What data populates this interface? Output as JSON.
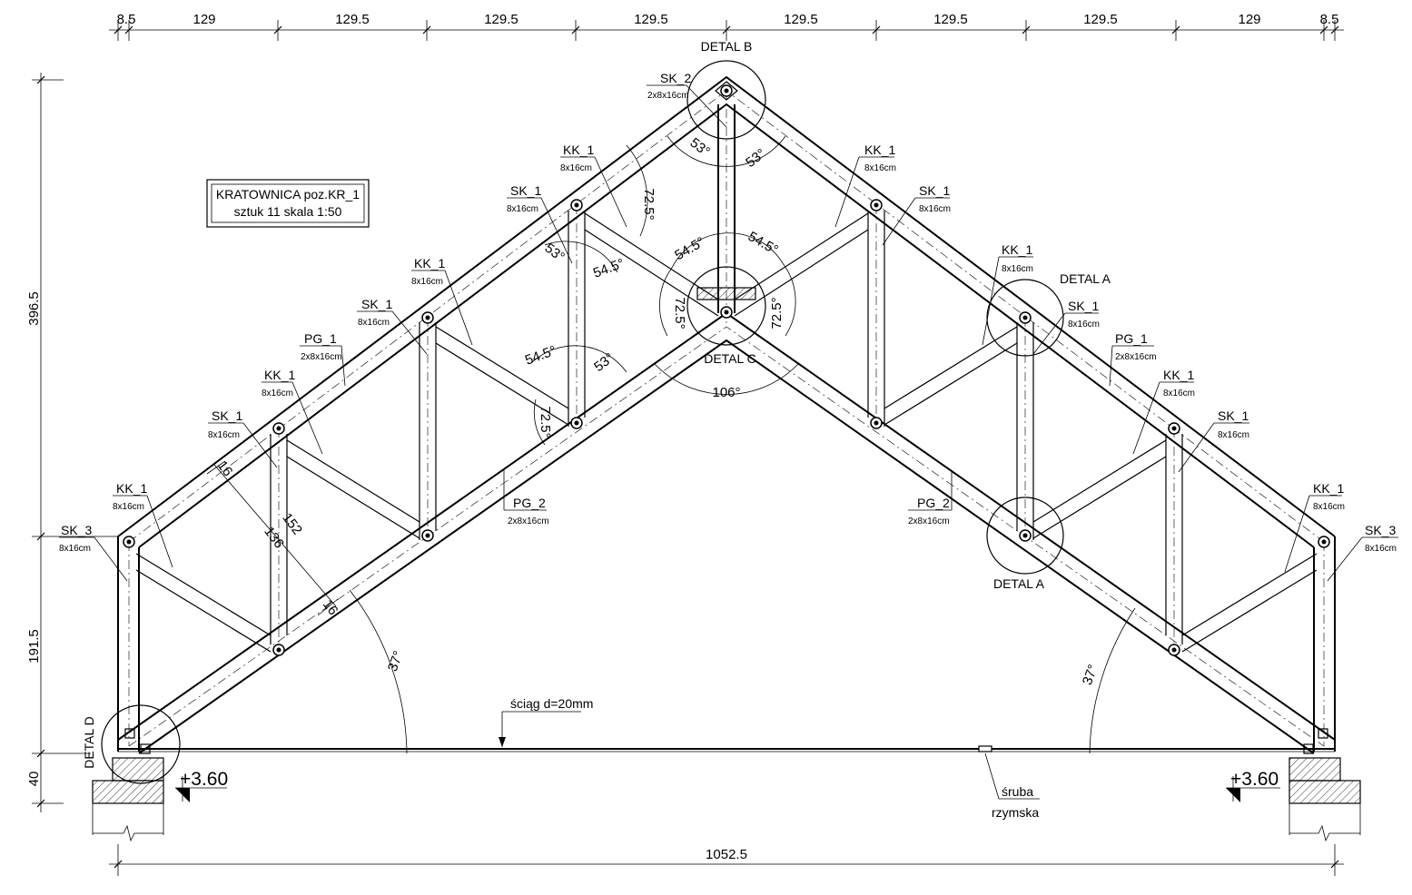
{
  "title_box": {
    "line1": "KRATOWNICA poz.KR_1",
    "line2": "sztuk 11 skala 1:50"
  },
  "dimensions": {
    "top": [
      "8.5",
      "129",
      "129.5",
      "129.5",
      "129.5",
      "129.5",
      "129.5",
      "129.5",
      "129",
      "8.5"
    ],
    "total_span": "1052.5",
    "left_total_height": "396.5",
    "left_wall_height": "191.5",
    "left_base": "40",
    "chord_depth_top": "16",
    "chord_depth_bottom": "16",
    "inner_length": "136",
    "outer_length": "152"
  },
  "angles": {
    "apex_left": "53°",
    "apex_right": "53°",
    "diag_top": "72.5°",
    "left_53": "53°",
    "left_54_5": "54.5°",
    "center_54_5_left": "54.5°",
    "center_54_5_right": "54.5°",
    "center_72_5_left": "72.5°",
    "center_72_5_right": "72.5°",
    "low_54_5": "54.5°",
    "low_53": "53°",
    "low_72_5": "72.5°",
    "bottom_106": "106°",
    "base_left": "37°",
    "base_right": "37°"
  },
  "labels": {
    "sk2": {
      "name": "SK_2",
      "size": "2x8x16cm"
    },
    "kk1_a": {
      "name": "KK_1",
      "size": "8x16cm"
    },
    "sk1_a": {
      "name": "SK_1",
      "size": "8x16cm"
    },
    "kk1_b": {
      "name": "KK_1",
      "size": "8x16cm"
    },
    "sk1_b": {
      "name": "SK_1",
      "size": "8x16cm"
    },
    "pg1_left": {
      "name": "PG_1",
      "size": "2x8x16cm"
    },
    "kk1_c": {
      "name": "KK_1",
      "size": "8x16cm"
    },
    "sk1_c": {
      "name": "SK_1",
      "size": "8x16cm"
    },
    "kk1_d": {
      "name": "KK_1",
      "size": "8x16cm"
    },
    "sk3_left": {
      "name": "SK_3",
      "size": "8x16cm"
    },
    "pg2_left": {
      "name": "PG_2",
      "size": "2x8x16cm"
    },
    "kk1_e": {
      "name": "KK_1",
      "size": "8x16cm"
    },
    "sk1_e": {
      "name": "SK_1",
      "size": "8x16cm"
    },
    "kk1_f": {
      "name": "KK_1",
      "size": "8x16cm"
    },
    "sk1_f": {
      "name": "SK_1",
      "size": "8x16cm"
    },
    "pg1_right": {
      "name": "PG_1",
      "size": "2x8x16cm"
    },
    "kk1_g": {
      "name": "KK_1",
      "size": "8x16cm"
    },
    "sk1_g": {
      "name": "SK_1",
      "size": "8x16cm"
    },
    "kk1_h": {
      "name": "KK_1",
      "size": "8x16cm"
    },
    "sk3_right": {
      "name": "SK_3",
      "size": "8x16cm"
    },
    "pg2_right": {
      "name": "PG_2",
      "size": "2x8x16cm"
    }
  },
  "details": {
    "b": "DETAL B",
    "c": "DETAL C",
    "a_top": "DETAL A",
    "a_bottom": "DETAL A",
    "d": "DETAL D"
  },
  "tie_rod": "ściąg d=20mm",
  "turnbuckle": {
    "line1": "śruba",
    "line2": "rzymska"
  },
  "elevation_left": "+3.60",
  "elevation_right": "+3.60"
}
